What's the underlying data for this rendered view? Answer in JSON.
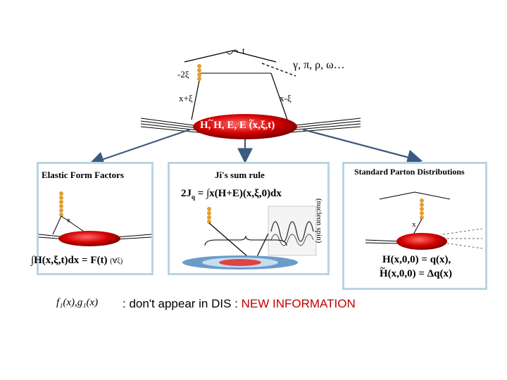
{
  "top_diagram": {
    "t_label": "t",
    "minus_2xi": "-2ξ",
    "x_plus_xi": "x+ξ",
    "x_minus_xi": "x-ξ",
    "mesons": "γ, π, ρ, ω…",
    "gpd_label": "H, H, E, E  (x,ξ,t)",
    "tilde": "~"
  },
  "left_box": {
    "title": "Elastic Form Factors",
    "x_label": "x",
    "formula": "∫H(x,ξ,t)dx = F(t)",
    "formula_note": "(∀ξ)"
  },
  "middle_box": {
    "title": "Ji's sum rule",
    "formula_main": "2J",
    "formula_sub": "q",
    "formula_rest": " = ∫x(H+E)(x,ξ,0)dx",
    "side_label": "(nucleon spin)"
  },
  "right_box": {
    "title": "Standard Parton Distributions",
    "x_label": "x",
    "line1": "H(x,0,0) = q(x),",
    "line2": "H(x,0,0) = Δq(x)",
    "tilde": "~"
  },
  "bottom": {
    "functions": "f₁(x),g₁(x)",
    "colon_text": ": don't appear in DIS : ",
    "highlight": "NEW INFORMATION",
    "highlight_color": "#c00000"
  },
  "colors": {
    "box_border": "#b9d4e3",
    "nucleon_red": "#d40000",
    "gluon_orange": "#e0a030",
    "arrow_blue": "#3d5a80"
  }
}
